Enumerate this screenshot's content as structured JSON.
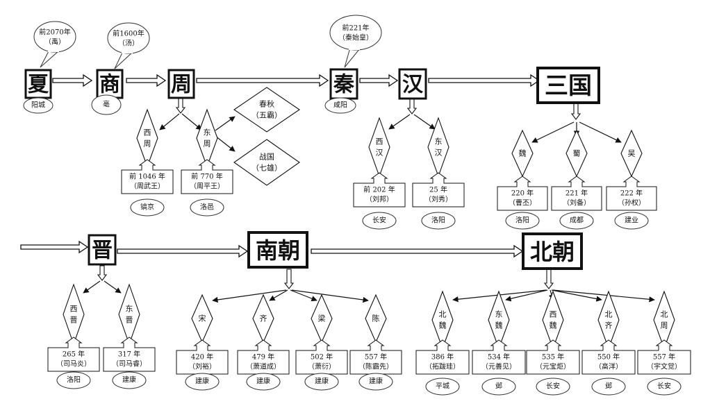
{
  "dynasties": {
    "xia": "夏",
    "shang": "商",
    "zhou": "周",
    "qin": "秦",
    "han": "汉",
    "sanguo": "三国",
    "jin": "晋",
    "nanchao": "南朝",
    "beichao": "北朝"
  },
  "bubbles": {
    "xia": [
      "前2070年",
      "（禹）"
    ],
    "shang": [
      "前1600年",
      "（汤）"
    ],
    "qin": [
      "前221年",
      "（秦始皇）"
    ]
  },
  "capitals": {
    "xia": "阳城",
    "shang": "亳",
    "qin": "咸阳"
  },
  "zhou": {
    "chunqiu": [
      "春秋",
      "（五霸）"
    ],
    "zhanguo": [
      "战国",
      "（七雄）"
    ],
    "subs": [
      {
        "name": [
          "西",
          "周"
        ],
        "date": "前 1046 年",
        "founder": "（周武王）",
        "capital": "镐京"
      },
      {
        "name": [
          "东",
          "周"
        ],
        "date": "前 770 年",
        "founder": "（周平王）",
        "capital": "洛邑"
      }
    ]
  },
  "han": {
    "subs": [
      {
        "name": [
          "西",
          "汉"
        ],
        "date": "前 202 年",
        "founder": "（刘邦）",
        "capital": "长安"
      },
      {
        "name": [
          "东",
          "汉"
        ],
        "date": "25 年",
        "founder": "（刘秀）",
        "capital": "洛阳"
      }
    ]
  },
  "sanguo": {
    "subs": [
      {
        "name": [
          "魏"
        ],
        "date": "220 年",
        "founder": "（曹丕）",
        "capital": "洛阳"
      },
      {
        "name": [
          "蜀"
        ],
        "date": "221 年",
        "founder": "（刘备）",
        "capital": "成都"
      },
      {
        "name": [
          "吴"
        ],
        "date": "222 年",
        "founder": "（孙权）",
        "capital": "建业"
      }
    ]
  },
  "jin": {
    "subs": [
      {
        "name": [
          "西",
          "晋"
        ],
        "date": "265 年",
        "founder": "（司马炎）",
        "capital": "洛阳"
      },
      {
        "name": [
          "东",
          "晋"
        ],
        "date": "317 年",
        "founder": "（司马睿）",
        "capital": "建康"
      }
    ]
  },
  "nanchao": {
    "subs": [
      {
        "name": [
          "宋"
        ],
        "date": "420 年",
        "founder": "（刘裕）",
        "capital": "建康"
      },
      {
        "name": [
          "齐"
        ],
        "date": "479 年",
        "founder": "（萧道成）",
        "capital": "建康"
      },
      {
        "name": [
          "梁"
        ],
        "date": "502 年",
        "founder": "（萧衍）",
        "capital": "建康"
      },
      {
        "name": [
          "陈"
        ],
        "date": "557 年",
        "founder": "（陈霸先）",
        "capital": "建康"
      }
    ]
  },
  "beichao": {
    "subs": [
      {
        "name": [
          "北",
          "魏"
        ],
        "date": "386 年",
        "founder": "（拓跋珪）",
        "capital": "平城"
      },
      {
        "name": [
          "东",
          "魏"
        ],
        "date": "534 年",
        "founder": "（元善见）",
        "capital": "邺"
      },
      {
        "name": [
          "西",
          "魏"
        ],
        "date": "535 年",
        "founder": "（元宝炬）",
        "capital": "长安"
      },
      {
        "name": [
          "北",
          "齐"
        ],
        "date": "550 年",
        "founder": "（高洋）",
        "capital": "邺"
      },
      {
        "name": [
          "北",
          "周"
        ],
        "date": "557 年",
        "founder": "（宇文觉）",
        "capital": "长安"
      }
    ]
  }
}
